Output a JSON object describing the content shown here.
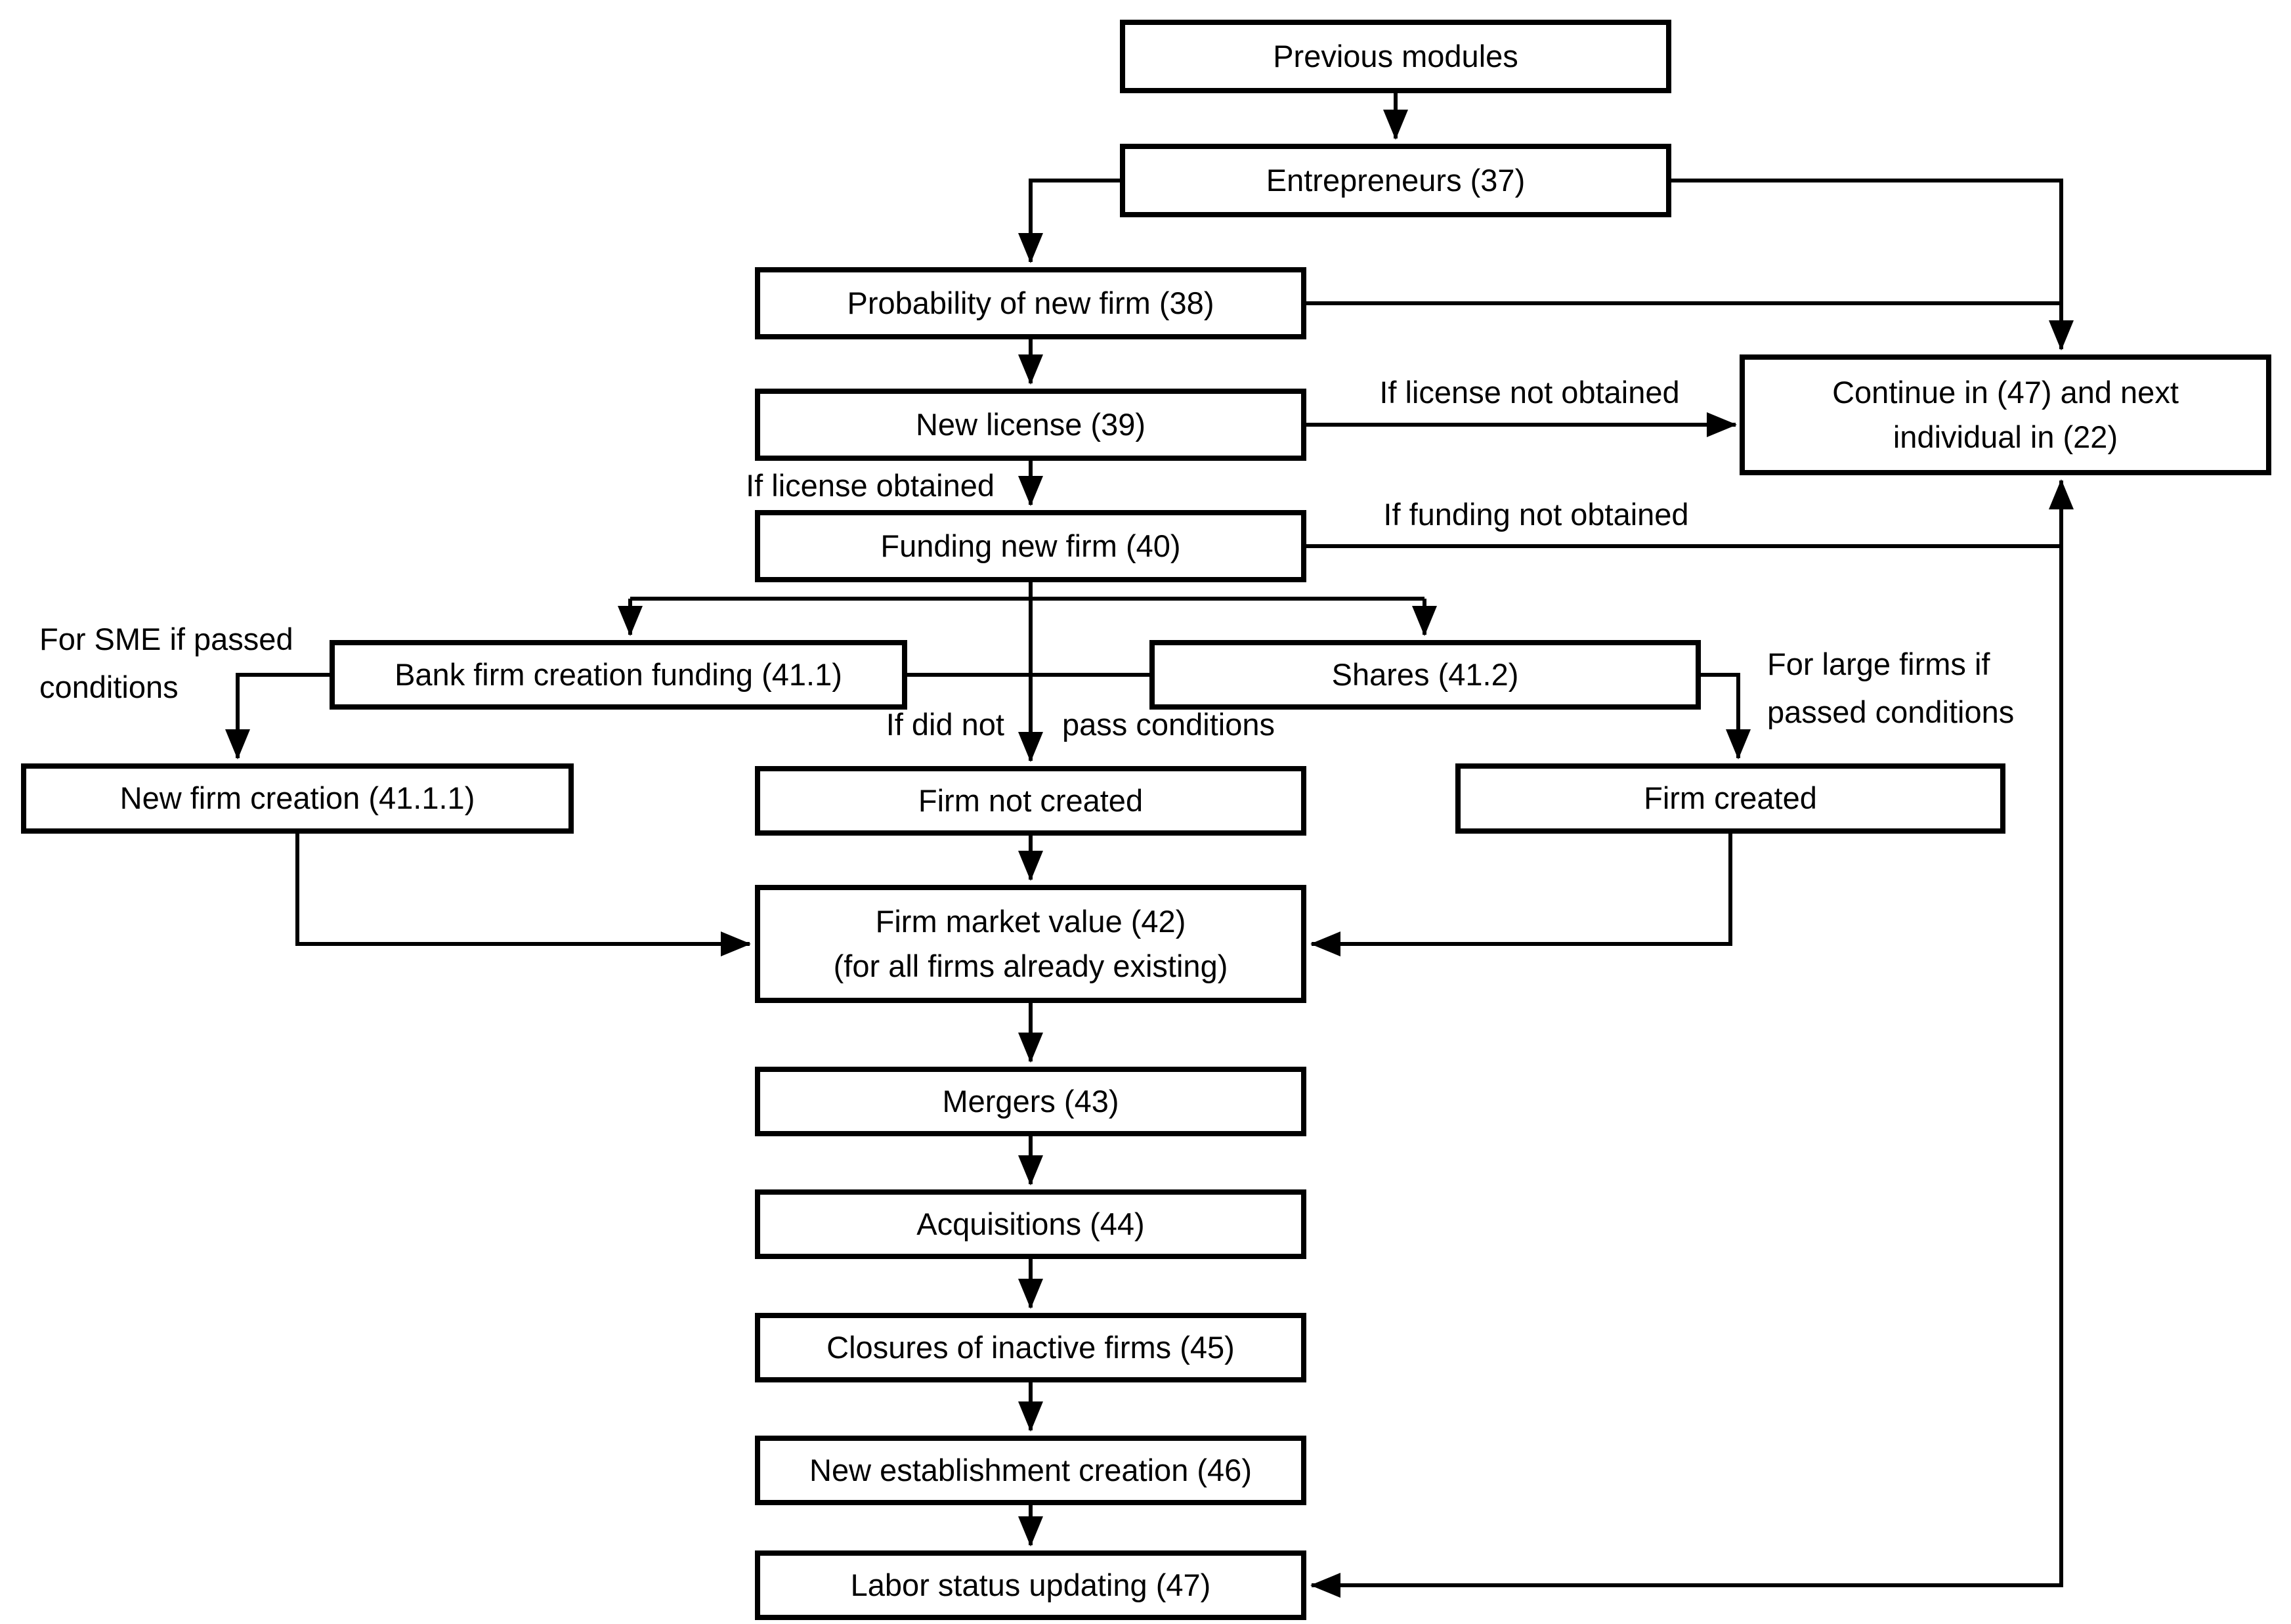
{
  "diagram": {
    "title": "Firm creation modules flowchart",
    "colors": {
      "line": "#000000",
      "box_border": "#000000",
      "box_fill": "#ffffff",
      "background": "#ffffff",
      "text": "#000000"
    },
    "nodes": {
      "previous_modules": "Previous modules",
      "entrepreneurs": "Entrepreneurs (37)",
      "probability": "Probability of new firm (38)",
      "new_license": "New license (39)",
      "continue_l1": "Continue in (47) and next",
      "continue_l2": "individual in (22)",
      "funding": "Funding new firm (40)",
      "bank": "Bank firm creation funding (41.1)",
      "shares": "Shares (41.2)",
      "new_firm": "New firm creation (41.1.1)",
      "firm_not_created": "Firm not created",
      "firm_created": "Firm created",
      "market_l1": "Firm market value (42)",
      "market_l2": "(for all firms already existing)",
      "mergers": "Mergers (43)",
      "acquisitions": "Acquisitions (44)",
      "closures": "Closures of inactive firms (45)",
      "new_establishment": "New establishment creation (46)",
      "labor": "Labor status updating (47)"
    },
    "labels": {
      "if_license_not_obtained": "If license not obtained",
      "if_license_obtained": "If license obtained",
      "if_funding_not_obtained": "If funding not obtained",
      "for_sme_l1": "For SME if passed",
      "for_sme_l2": "conditions",
      "if_did_not": "If did not",
      "pass_conditions": "pass conditions",
      "for_large_l1": "For large firms if",
      "for_large_l2": "passed conditions"
    }
  }
}
